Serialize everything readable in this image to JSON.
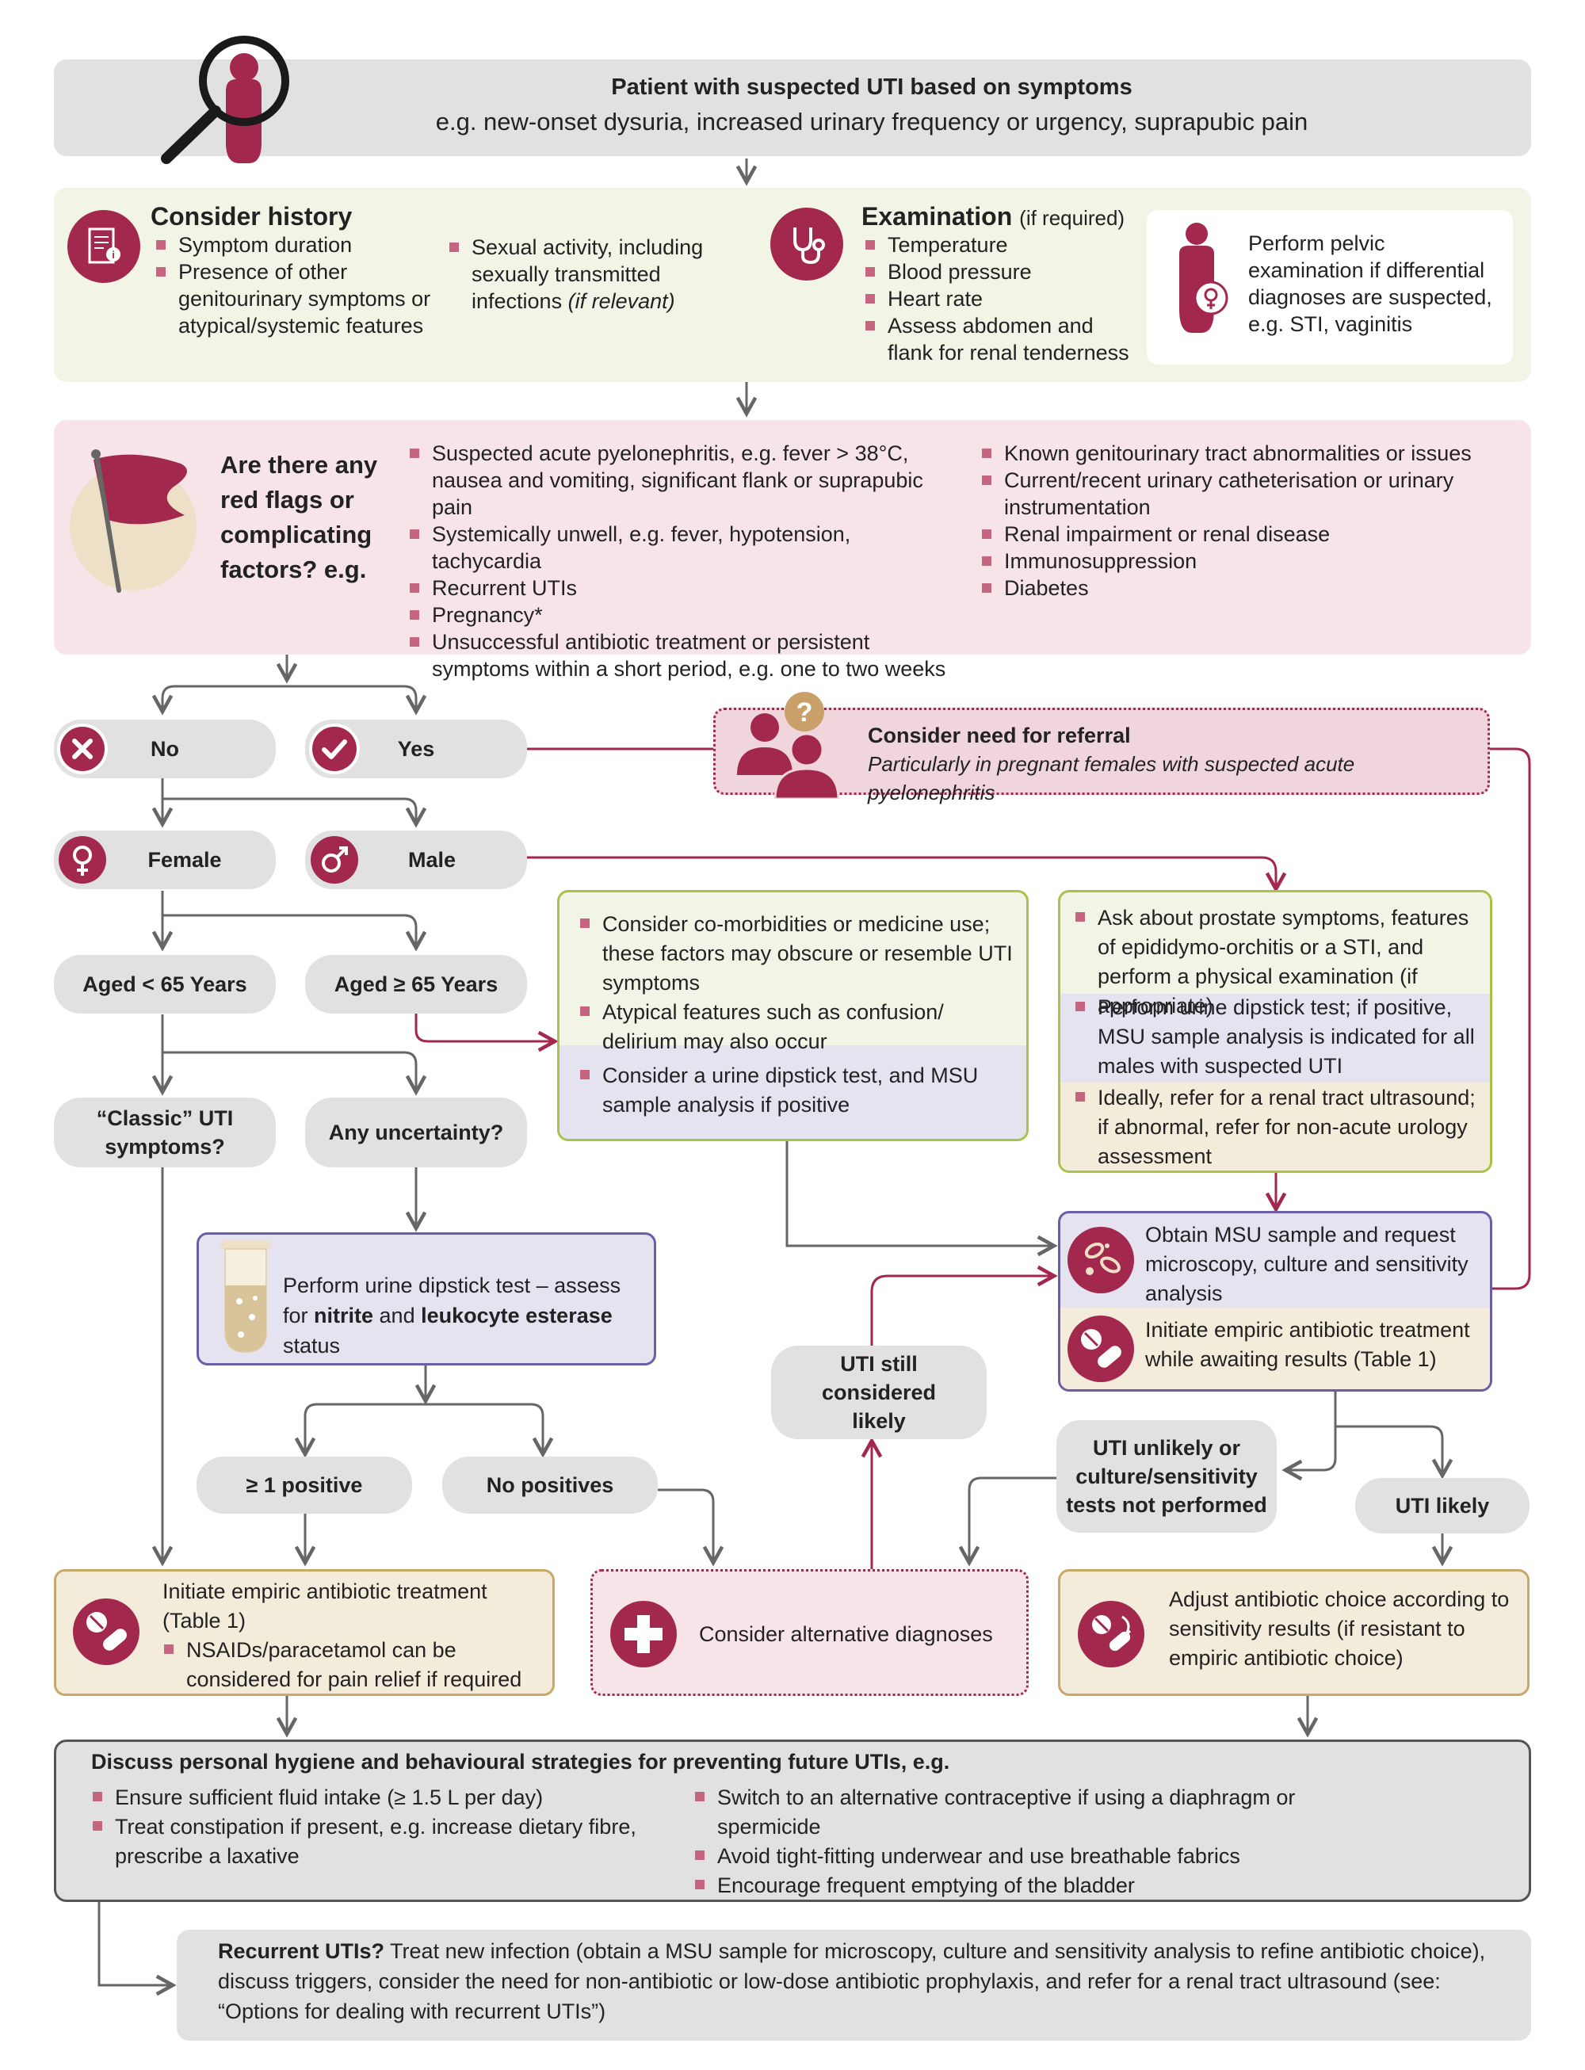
{
  "top": {
    "title": "Patient with suspected UTI based on symptoms",
    "subtitle": "e.g. new-onset dysuria, increased urinary frequency or urgency, suprapubic pain"
  },
  "history": {
    "title": "Consider history",
    "items": [
      "Symptom duration",
      "Presence of other genitourinary symptoms or atypical/systemic features"
    ],
    "item_sexual": "Sexual activity, including sexually transmitted infections",
    "item_sexual_note": "(if relevant)"
  },
  "examination": {
    "title": "Examination",
    "title_note": "(if required)",
    "items": [
      "Temperature",
      "Blood pressure",
      "Heart rate",
      "Assess abdomen and flank for renal tenderness"
    ],
    "pelvic": "Perform pelvic examination if differential diagnoses are suspected, e.g. STI, vaginitis"
  },
  "redflags": {
    "question": "Are there any red flags or complicating factors? e.g.",
    "col1": [
      "Suspected acute pyelonephritis, e.g. fever > 38°C, nausea and vomiting, significant flank or suprapubic pain",
      "Systemically unwell, e.g. fever, hypotension, tachycardia",
      "Recurrent UTIs",
      "Pregnancy*",
      "Unsuccessful antibiotic treatment or persistent symptoms within a short period, e.g. one to two weeks"
    ],
    "col2": [
      "Known genitourinary tract abnormalities or issues",
      "Current/recent urinary catheterisation or urinary instrumentation",
      "Renal impairment or renal disease",
      "Immunosuppression",
      "Diabetes"
    ]
  },
  "nodes": {
    "no": "No",
    "yes": "Yes",
    "female": "Female",
    "male": "Male",
    "aged_under": "Aged < 65 Years",
    "aged_over": "Aged ≥ 65 Years",
    "classic": "“Classic” UTI symptoms?",
    "uncertainty": "Any uncertainty?",
    "pos": "≥ 1 positive",
    "nopos": "No positives",
    "still_likely": "UTI still considered likely",
    "unlikely": "UTI unlikely or culture/sensitivity tests not performed",
    "likely": "UTI likely"
  },
  "referral": {
    "title": "Consider need for referral",
    "text": "Particularly in pregnant females with suspected acute pyelonephritis"
  },
  "older": {
    "items": [
      "Consider co-morbidities or medicine use; these factors may obscure or resemble UTI symptoms",
      "Atypical features such as confusion/ delirium may also occur"
    ],
    "item_purple": "Consider a urine dipstick test, and MSU sample analysis if positive"
  },
  "male_box": {
    "item1": "Ask about prostate symptoms, features of epididymo-orchitis or a STI, and perform a physical examination (if appropriate)",
    "item2": "Perform urine dipstick test; if positive, MSU sample analysis is indicated for all males with suspected UTI",
    "item3": "Ideally, refer for a renal tract ultrasound; if abnormal, refer for non-acute urology assessment"
  },
  "dipstick": {
    "pre": "Perform urine dipstick test – assess for ",
    "b1": "nitrite",
    "mid": " and ",
    "b2": "leukocyte esterase",
    "post": " status"
  },
  "msu": {
    "text": "Obtain MSU sample and request microscopy, culture and sensitivity analysis",
    "empiric": "Initiate empiric antibiotic treatment while awaiting results (Table 1)"
  },
  "treat_left": {
    "text": "Initiate empiric antibiotic treatment (Table 1)",
    "item": "NSAIDs/paracetamol can be considered for pain relief if required"
  },
  "alt": {
    "text": "Consider alternative diagnoses"
  },
  "adjust": {
    "text": "Adjust antibiotic choice according to sensitivity results (if resistant to empiric antibiotic choice)"
  },
  "hygiene": {
    "title": "Discuss personal hygiene and behavioural strategies for preventing future UTIs, e.g.",
    "col1": [
      "Ensure sufficient fluid intake (≥ 1.5 L per day)",
      "Treat constipation if present, e.g. increase dietary fibre, prescribe a laxative"
    ],
    "col2": [
      "Switch to an alternative contraceptive if using a diaphragm or spermicide",
      "Avoid tight-fitting underwear and use breathable fabrics",
      "Encourage frequent emptying of the bladder"
    ]
  },
  "recurrent": {
    "title": "Recurrent UTIs?",
    "text": " Treat new infection (obtain a MSU sample for microscopy, culture and sensitivity analysis to refine antibiotic choice), discuss triggers, consider the need for non-antibiotic or low-dose antibiotic prophylaxis, and refer for a renal tract ultrasound (see: “Options for dealing with recurrent UTIs”)"
  },
  "colors": {
    "maroon": "#a3284d",
    "grey_box": "#e1e1e1",
    "pink_box": "#f6e4e8",
    "green_box": "#f2f5e6",
    "purple_box": "#e6e3f0",
    "tan_box": "#f4ecdb",
    "bullet": "#c5657f",
    "arrow_grey": "#666666",
    "arrow_red": "#a3284d"
  }
}
